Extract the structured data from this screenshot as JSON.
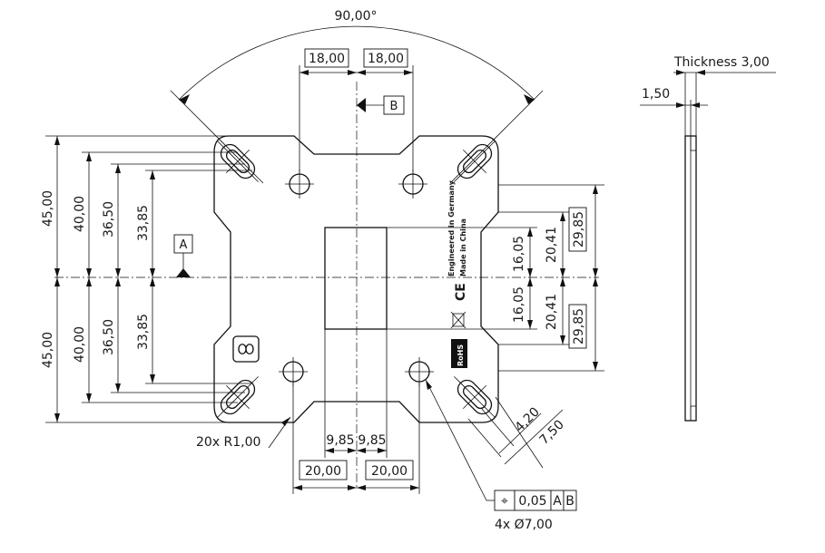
{
  "drawing": {
    "angle_label": "90,00°",
    "thickness_label": "Thickness 3,00",
    "step_label": "1,50",
    "datum_a": "A",
    "datum_b": "B",
    "radius_note": "20x R1,00",
    "hole_note": "4x Ø7,00",
    "fcf": {
      "symbol": "⌖",
      "tolerance": "0,05",
      "datum1": "A",
      "datum2": "B"
    },
    "marking": {
      "line1": "Engineered in Germany",
      "line2": "Made in China",
      "rohs": "RoHS",
      "ce": "CE"
    },
    "dims": {
      "top_left_18": "18,00",
      "top_right_18": "18,00",
      "left_45_top": "45,00",
      "left_40_top": "40,00",
      "left_3650_top": "36,50",
      "left_3385_top": "33,85",
      "left_45_bot": "45,00",
      "left_40_bot": "40,00",
      "left_3650_bot": "36,50",
      "left_3385_bot": "33,85",
      "right_1605_top": "16,05",
      "right_2041_top": "20,41",
      "right_2985_top": "29,85",
      "right_1605_bot": "16,05",
      "right_2041_bot": "20,41",
      "right_2985_bot": "29,85",
      "bottom_985_left": "9,85",
      "bottom_985_right": "9,85",
      "bottom_20_left": "20,00",
      "bottom_20_right": "20,00",
      "slot_width": "4,20",
      "slot_length": "7,50"
    }
  }
}
